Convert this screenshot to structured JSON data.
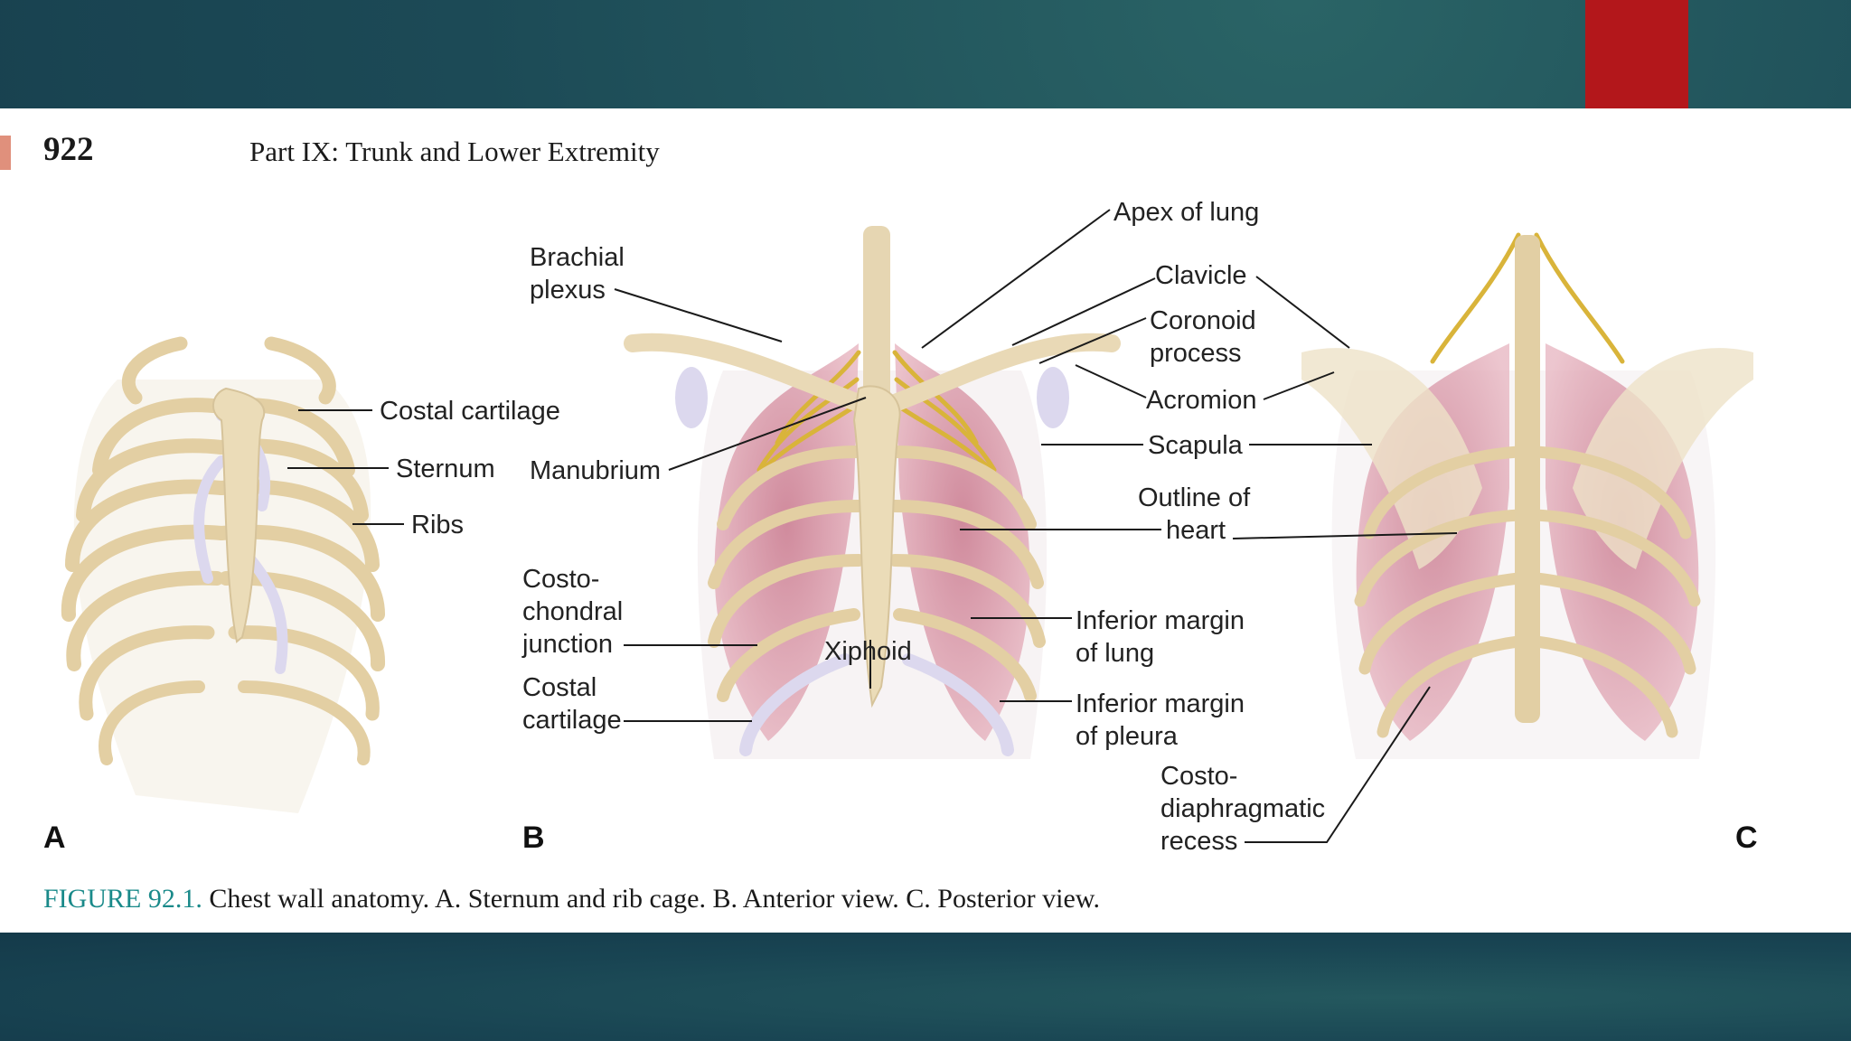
{
  "page": {
    "number": "922",
    "running_head": "Part IX: Trunk and Lower Extremity"
  },
  "panels": [
    "A",
    "B",
    "C"
  ],
  "labels": {
    "a_costal_cartilage": "Costal cartilage",
    "a_sternum": "Sternum",
    "a_ribs": "Ribs",
    "brachial_1": "Brachial",
    "brachial_2": "plexus",
    "manubrium": "Manubrium",
    "costochondral_1": "Costo-",
    "costochondral_2": "chondral",
    "costochondral_3": "junction",
    "b_costal_1": "Costal",
    "b_costal_2": "cartilage",
    "xiphoid": "Xiphoid",
    "apex_of_lung": "Apex of lung",
    "clavicle": "Clavicle",
    "coronoid_1": "Coronoid",
    "coronoid_2": "process",
    "acromion": "Acromion",
    "scapula": "Scapula",
    "heart_1": "Outline of",
    "heart_2": "heart",
    "inf_lung_1": "Inferior margin",
    "inf_lung_2": "of lung",
    "inf_pleura_1": "Inferior margin",
    "inf_pleura_2": "of pleura",
    "costodiaph_1": "Costo-",
    "costodiaph_2": "diaphragmatic",
    "costodiaph_3": "recess"
  },
  "caption": {
    "figure": "FIGURE 92.1.",
    "text": "Chest wall anatomy. A. Sternum and rib cage. B. Anterior view. C. Posterior view."
  },
  "colors": {
    "background": "#1c4a56",
    "accent_tab": "#b3171b",
    "figure_number": "#1a8a8a",
    "bone": "#e9d9b6",
    "cartilage": "#dcd8ee",
    "lung": "#d88e9e",
    "nerve": "#d9b43a"
  }
}
